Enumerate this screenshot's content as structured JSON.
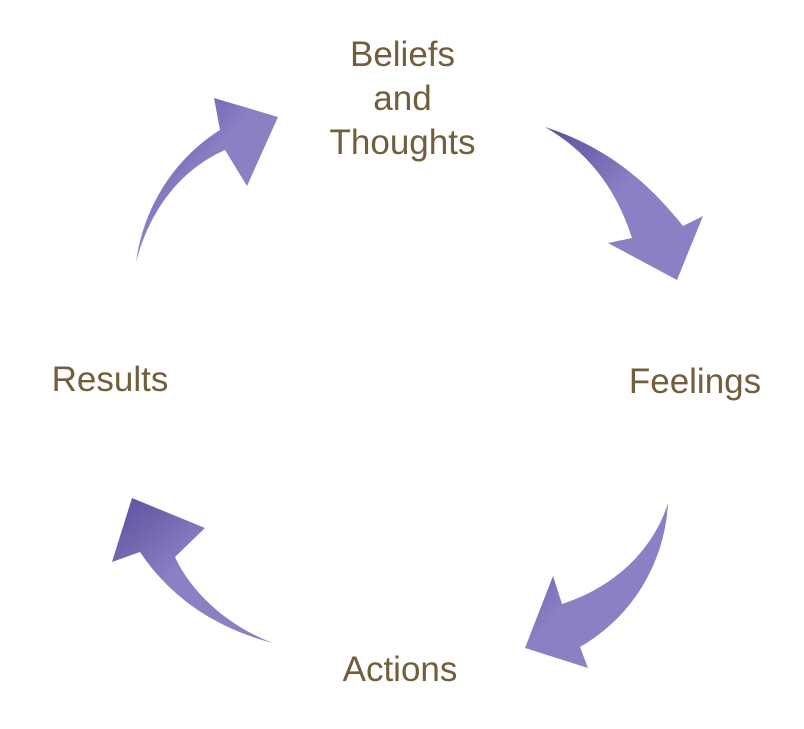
{
  "diagram": {
    "type": "cycle",
    "colors": {
      "arrow_light": "#8a80c4",
      "arrow_dark": "#5a4e9a",
      "label": "#735e3b",
      "background": "#ffffff"
    },
    "nodes": [
      {
        "id": "beliefs",
        "lines": [
          "Beliefs",
          "and",
          "Thoughts"
        ]
      },
      {
        "id": "feelings",
        "lines": [
          "Feelings"
        ]
      },
      {
        "id": "actions",
        "lines": [
          "Actions"
        ]
      },
      {
        "id": "results",
        "lines": [
          "Results"
        ]
      }
    ],
    "edges": [
      {
        "from": "beliefs",
        "to": "feelings"
      },
      {
        "from": "feelings",
        "to": "actions"
      },
      {
        "from": "actions",
        "to": "results"
      },
      {
        "from": "results",
        "to": "beliefs"
      }
    ]
  }
}
